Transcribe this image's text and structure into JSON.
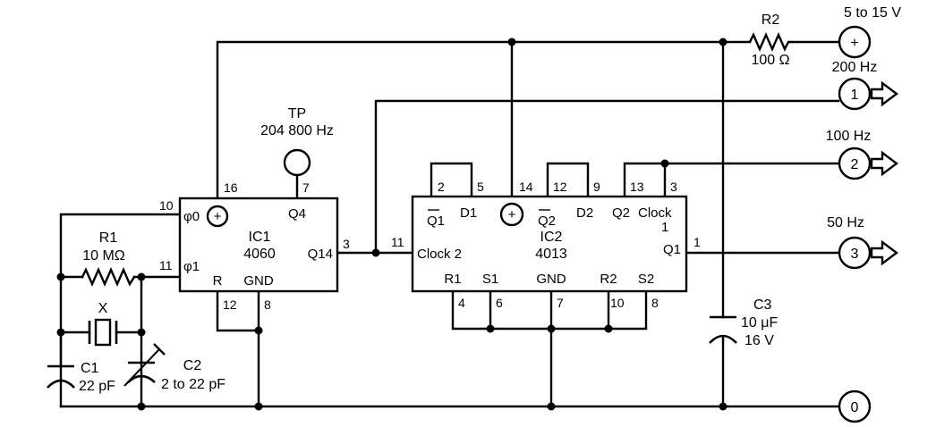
{
  "supply": {
    "voltage": "5 to 15 V",
    "plus": "+"
  },
  "r2": {
    "name": "R2",
    "value": "100 Ω"
  },
  "outputs": {
    "o1": {
      "freq": "200 Hz",
      "num": "1"
    },
    "o2": {
      "freq": "100 Hz",
      "num": "2"
    },
    "o3": {
      "freq": "50 Hz",
      "num": "3"
    },
    "gnd": {
      "num": "0"
    }
  },
  "tp": {
    "name": "TP",
    "freq": "204 800 Hz"
  },
  "ic1": {
    "name": "IC1",
    "part": "4060",
    "labels": {
      "phi0": "φ0",
      "phi1": "φ1",
      "q4": "Q4",
      "q14": "Q14",
      "r": "R",
      "gnd": "GND",
      "plus": "+"
    },
    "pins": {
      "p10": "10",
      "p16": "16",
      "p7": "7",
      "p11": "11",
      "p3": "3",
      "p12": "12",
      "p8": "8"
    }
  },
  "ic2": {
    "name": "IC2",
    "part": "4013",
    "labels": {
      "q1bar": "Q1",
      "d1": "D1",
      "q2bar": "Q2",
      "d2": "D2",
      "q2": "Q2",
      "clock": "Clock",
      "one": "1",
      "clock2": "Clock 2",
      "q1": "Q1",
      "r1": "R1",
      "s1": "S1",
      "gnd": "GND",
      "r2": "R2",
      "s2": "S2",
      "plus": "+"
    },
    "pins": {
      "p2": "2",
      "p5": "5",
      "p14": "14",
      "p12": "12",
      "p9": "9",
      "p13": "13",
      "p3": "3",
      "p11": "11",
      "p1": "1",
      "p4": "4",
      "p6": "6",
      "p7": "7",
      "p10": "10",
      "p8": "8"
    }
  },
  "r1": {
    "name": "R1",
    "value": "10 MΩ"
  },
  "x": {
    "name": "X"
  },
  "c1": {
    "name": "C1",
    "value": "22 pF"
  },
  "c2": {
    "name": "C2",
    "value": "2 to 22 pF"
  },
  "c3": {
    "name": "C3",
    "value": "10 μF",
    "voltage": "16 V"
  },
  "colors": {
    "ink": "#000000",
    "paper": "#ffffff"
  }
}
